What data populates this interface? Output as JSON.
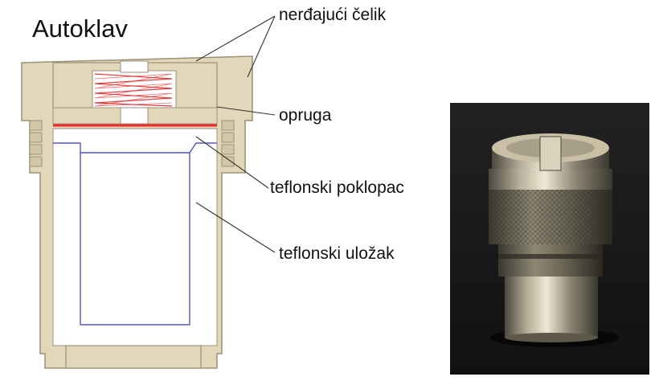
{
  "title": "Autoklav",
  "labels": {
    "stainless_steel": "nerđajući čelik",
    "spring": "opruga",
    "teflon_lid": "teflonski poklopac",
    "teflon_liner": "teflonski uložak"
  },
  "colors": {
    "steel": "#e3d7b9",
    "steel_outline": "#9b9179",
    "liner_line": "#5555cc",
    "seal_line": "#ee2a2a",
    "spring_line": "#e13b3b"
  }
}
